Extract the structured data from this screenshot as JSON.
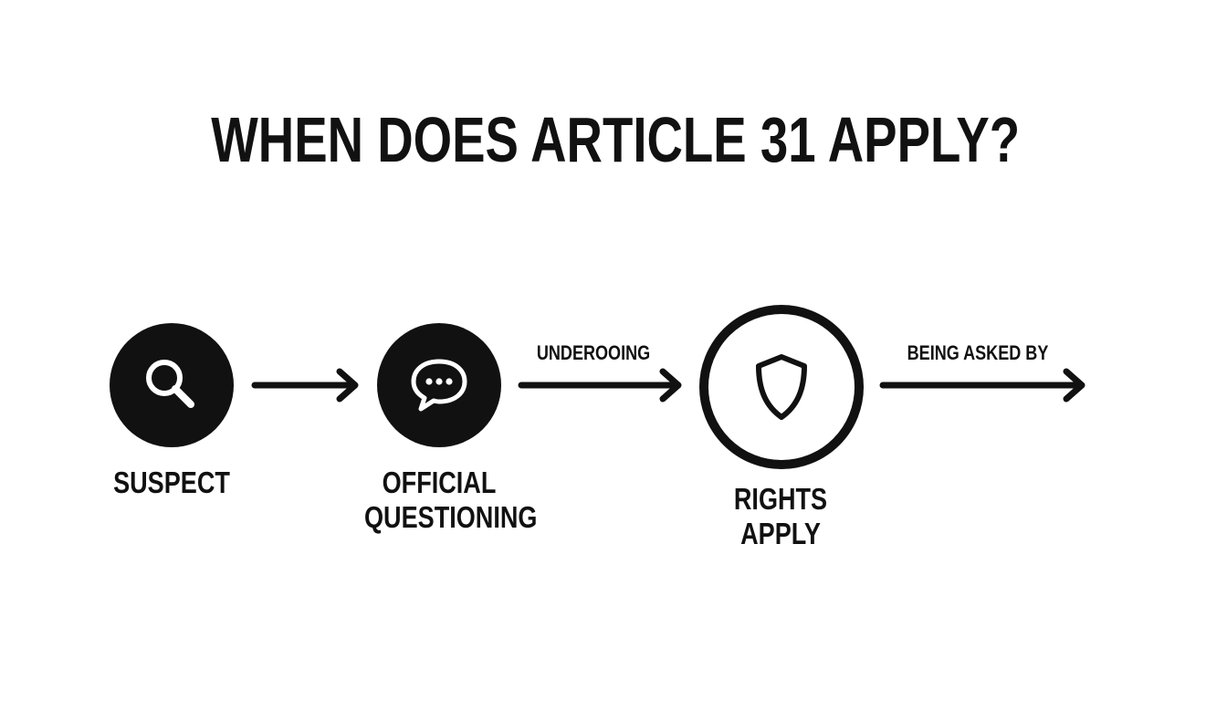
{
  "title": "WHEN DOES ARTICLE 31 APPLY?",
  "steps": [
    {
      "label": "SUSPECT",
      "icon": "search-icon",
      "style": "filled"
    },
    {
      "label_line1": "OFFICIAL",
      "label_line2": "QUESTIONING",
      "icon": "speech-bubble-icon",
      "style": "filled"
    },
    {
      "label_line1": "RIGHTS",
      "label_line2": "APPLY",
      "icon": "shield-icon",
      "style": "outlined"
    }
  ],
  "arrows": [
    {
      "label": ""
    },
    {
      "label": "UNDEROOING"
    },
    {
      "label": "BEING ASKED BY"
    }
  ],
  "colors": {
    "ink": "#111111",
    "background": "#ffffff"
  }
}
